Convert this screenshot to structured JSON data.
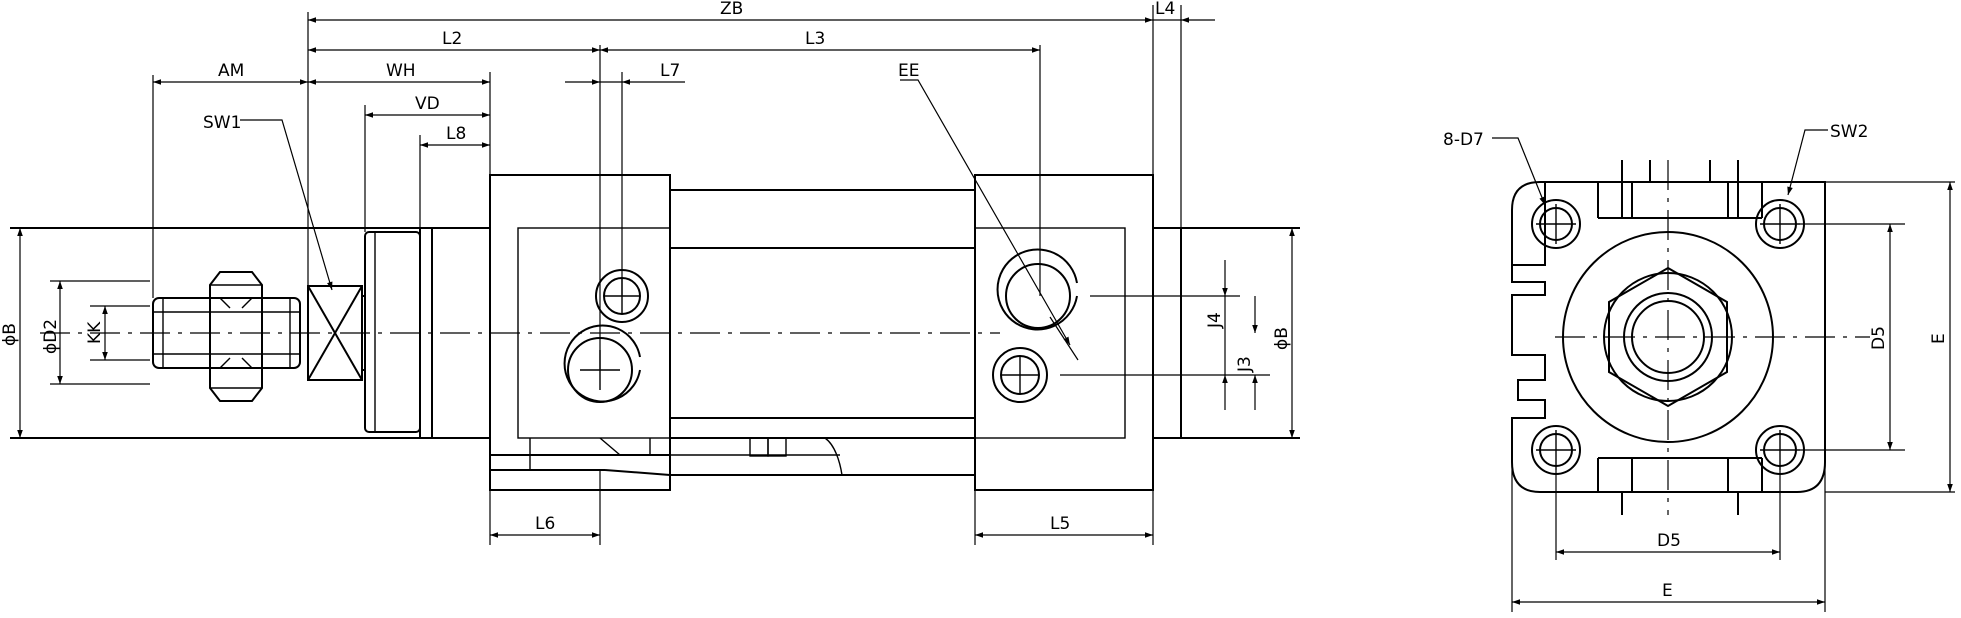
{
  "labels": {
    "zb": "ZB",
    "l4": "L4",
    "l2": "L2",
    "l3": "L3",
    "am": "AM",
    "wh": "WH",
    "l7": "L7",
    "ee": "EE",
    "vd": "VD",
    "l8": "L8",
    "sw1": "SW1",
    "phi_b_left": "ϕB",
    "phi_d2": "ϕD2",
    "kk": "KK",
    "j4": "J4",
    "j3": "J3",
    "phi_b_right": "ϕB",
    "l6": "L6",
    "l5": "L5",
    "d7": "8-D7",
    "sw2": "SW2",
    "d5_vert": "D5",
    "e_vert": "E",
    "d5_horiz": "D5",
    "e_horiz": "E"
  }
}
